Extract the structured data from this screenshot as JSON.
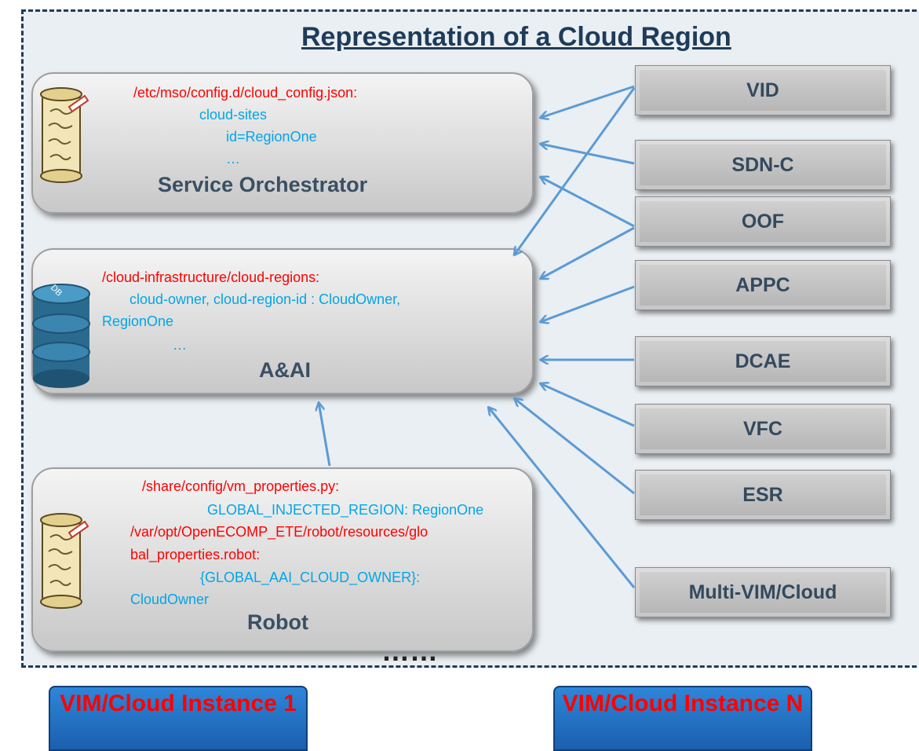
{
  "title": "Representation of a Cloud Region",
  "so": {
    "path": "/etc/mso/config.d/cloud_config.json:",
    "line1": "cloud-sites",
    "line2": "id=RegionOne",
    "line3": "…",
    "name": "Service Orchestrator"
  },
  "aai": {
    "path": "/cloud-infrastructure/cloud-regions:",
    "line1": "cloud-owner, cloud-region-id :  CloudOwner,",
    "line2": "RegionOne",
    "line3": "…",
    "db_label": "DB",
    "name": "A&AI"
  },
  "robot": {
    "path1": "/share/config/vm_properties.py:",
    "line1": "GLOBAL_INJECTED_REGION: RegionOne",
    "path2a": "/var/opt/OpenECOMP_ETE/robot/resources/glo",
    "path2b": "bal_properties.robot:",
    "line2": "{GLOBAL_AAI_CLOUD_OWNER}:",
    "line3": "CloudOwner",
    "name": "Robot"
  },
  "components": [
    "VID",
    "SDN-C",
    "OOF",
    "APPC",
    "DCAE",
    "VFC",
    "ESR",
    "Multi-VIM/Cloud"
  ],
  "instances": {
    "first": "VIM/Cloud Instance 1",
    "ellipsis": "……",
    "last": "VIM/Cloud Instance N"
  },
  "colors": {
    "arrow": "#5b9bd5",
    "path_text": "#ff0000",
    "value_text": "#00a6e8",
    "border": "#1f3b5a"
  }
}
